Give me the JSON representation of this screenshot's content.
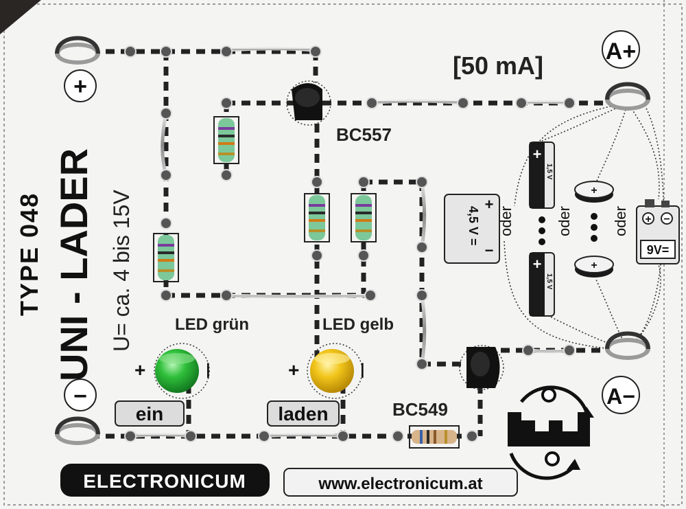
{
  "board": {
    "type_label": "TYPE 048",
    "title": "UNI - LADER",
    "voltage": "U= ca. 4 bis 15V",
    "current_label": "[50 mA]",
    "plus_sign": "+",
    "minus_sign": "−",
    "output_plus": "A+",
    "output_minus": "A−",
    "brand": "ELECTRONICUM",
    "website": "www.electronicum.at"
  },
  "components": {
    "transistor_top": "BC557",
    "transistor_bottom": "BC549",
    "led_green_label": "LED grün",
    "led_yellow_label": "LED gelb",
    "led_plus": "+",
    "led_minus": "l",
    "button_ein": "ein",
    "button_laden": "laden"
  },
  "batteries": {
    "pack_voltage": "4,5 V =",
    "pack_plus": "+",
    "pack_minus": "−",
    "cell_voltage": "1,5 V",
    "coin_plus": "+",
    "nine_volt": "9V=",
    "oder": "oder"
  },
  "colors": {
    "board": "#f4f4f2",
    "ink": "#1a1a1a",
    "led_green": "#2fbf3a",
    "led_yellow": "#f2c51b",
    "resistor_body": "#7cc89a",
    "resistor_bottom_body": "#d8b48a"
  }
}
